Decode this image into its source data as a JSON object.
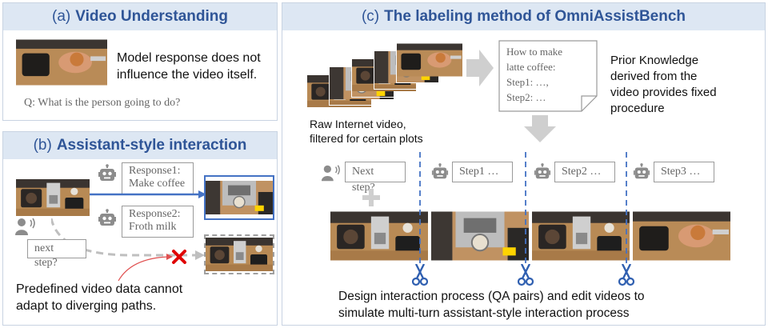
{
  "panel_a": {
    "tag": "(a)",
    "title": "Video Understanding",
    "note_line1": "Model response does not",
    "note_line2": "influence the video itself.",
    "question": "Q: What is the person going to do?"
  },
  "panel_b": {
    "tag": "(b)",
    "title": "Assistant-style interaction",
    "response1_line1": "Response1:",
    "response1_line2": "Make coffee",
    "response2_line1": "Response2:",
    "response2_line2": "Froth milk",
    "user_prompt": "next step?",
    "caption_line1": "Predefined video data cannot",
    "caption_line2": "adapt to diverging paths."
  },
  "panel_c": {
    "tag": "(c)",
    "title": "The labeling method of OmniAssistBench",
    "raw_line1": "Raw Internet video,",
    "raw_line2": "filtered for certain plots",
    "recipe_line1": "How to make",
    "recipe_line2": "latte coffee:",
    "recipe_line3": "Step1: …,",
    "recipe_line4": "Step2: …",
    "prior_line1": "Prior Knowledge",
    "prior_line2": "derived from the",
    "prior_line3": "video provides fixed",
    "prior_line4": "procedure",
    "user_prompt": "Next step?",
    "steps": [
      "Step1 …",
      "Step2 …",
      "Step3 …"
    ],
    "bottom_line1": "Design interaction process (QA pairs) and edit videos to",
    "bottom_line2": "simulate multi-turn assistant-style interaction process"
  },
  "colors": {
    "header_bg": "#dde7f3",
    "header_text": "#2f5597",
    "arrow_blue": "#4472c4",
    "cross_red": "#e00000",
    "dashed_blue": "#4472c4",
    "gray_arrow": "#c9c9c9"
  },
  "icons": [
    "robot-icon",
    "user-speaking-icon",
    "scissors-icon",
    "red-cross-icon",
    "plus-icon",
    "down-arrow-icon",
    "right-arrow-icon"
  ]
}
